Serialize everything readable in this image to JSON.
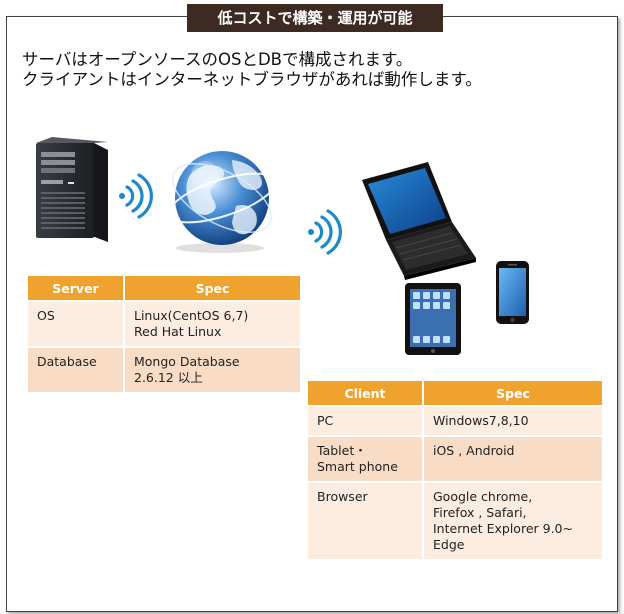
{
  "title": "低コストで構築・運用が可能",
  "intro": {
    "line1": "サーバはオープンソースのOSとDBで構成されます。",
    "line2": "クライアントはインターネットブラウザがあれば動作します。"
  },
  "server_table": {
    "headers": [
      "Server",
      "Spec"
    ],
    "rows": [
      {
        "name": "OS",
        "spec": "Linux(CentOS 6,7)\nRed Hat  Linux"
      },
      {
        "name": "Database",
        "spec": "Mongo Database\n2.6.12 以上"
      }
    ]
  },
  "client_table": {
    "headers": [
      "Client",
      "Spec"
    ],
    "rows": [
      {
        "name": "PC",
        "spec": "Windows7,8,10"
      },
      {
        "name": "Tablet・\nSmart phone",
        "spec": "iOS  , Android"
      },
      {
        "name": "Browser",
        "spec": "Google chrome,\nFirefox , Safari,\nInternet Explorer 9.0~\nEdge"
      }
    ]
  },
  "icons": [
    "server-tower-icon",
    "wifi-signal-icon",
    "globe-icon",
    "laptop-icon",
    "tablet-icon",
    "smartphone-icon"
  ],
  "colors": {
    "title_bg": "#3d2b23",
    "header": "#f0a22e",
    "row_odd": "#f9dcc6",
    "row_even": "#fdece0",
    "wifi": "#1e88c8"
  }
}
